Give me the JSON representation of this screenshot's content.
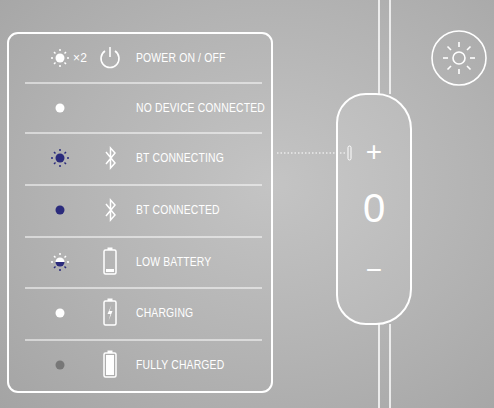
{
  "diagram": {
    "nodes": [
      {
        "text": [
          "+",
          "0",
          "−"
        ]
      }
    ],
    "labels": [
      "×2",
      "POWER ON / OFF",
      "NO DEVICE CONNECTED",
      "BT CONNECTING",
      "BT CONNECTED",
      "LOW BATTERY",
      "CHARGING",
      "FULLY CHARGED"
    ]
  }
}
